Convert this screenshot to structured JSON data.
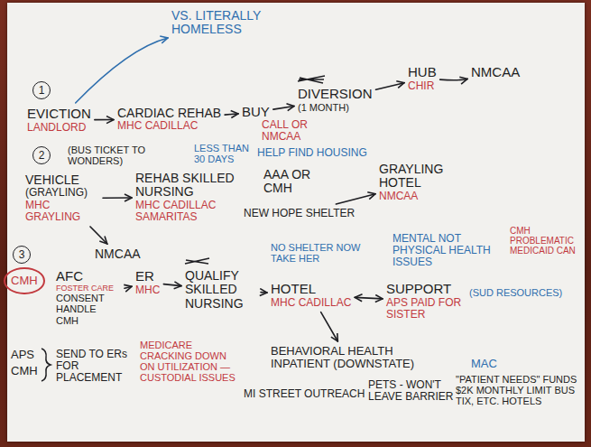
{
  "diagram": {
    "nodes": [
      {
        "text": [
          "EVICTION",
          "LANDLORD"
        ]
      },
      {
        "text": [
          "CARDIAC REHAB",
          "MHC CADILLAC"
        ]
      },
      {
        "text": [
          "VS. LITERALLY HOMELESS"
        ]
      },
      {
        "text": [
          "BUY"
        ]
      },
      {
        "text": [
          "DIVERSION",
          "(1 MONTH)"
        ]
      },
      {
        "text": [
          "HUB",
          "CHIR"
        ]
      },
      {
        "text": [
          "NMCAA"
        ]
      },
      {
        "text": [
          "VEHICLE",
          "(GRAYLING)",
          "MHC GRAYLING"
        ]
      },
      {
        "text": [
          "REHAB SKILLED NURSING",
          "MHC CADILLAC SAMARITAS"
        ]
      },
      {
        "text": [
          "NMCAA"
        ]
      },
      {
        "text": [
          "AAA OR CMH"
        ]
      },
      {
        "text": [
          "NEW HOPE SHELTER"
        ]
      },
      {
        "text": [
          "GRAYLING HOTEL",
          "NMCAA"
        ]
      },
      {
        "text": [
          "CMH"
        ]
      },
      {
        "text": [
          "AFC",
          "FOSTER CARE",
          "CONSENT HANDLE CMH"
        ]
      },
      {
        "text": [
          "ER",
          "MHC"
        ]
      },
      {
        "text": [
          "QUALIFY SKILLED NURSING"
        ]
      },
      {
        "text": [
          "HOTEL",
          "MHC CADILLAC"
        ]
      },
      {
        "text": [
          "SUPPORT",
          "APS PAID FOR SISTER"
        ]
      },
      {
        "text": [
          "BEHAVIORAL HEALTH INPATIENT (DOWNSTATE)"
        ]
      }
    ],
    "edges": [
      {
        "from": 0,
        "to": 1,
        "arrow": "to"
      },
      {
        "from": 0,
        "to": 2,
        "arrow": "to"
      },
      {
        "from": 1,
        "to": 3,
        "arrow": "to"
      },
      {
        "from": 3,
        "to": 4,
        "arrow": "to"
      },
      {
        "from": 4,
        "to": 5,
        "arrow": "to"
      },
      {
        "from": 5,
        "to": 6,
        "arrow": "to"
      },
      {
        "from": 7,
        "to": 8,
        "arrow": "to"
      },
      {
        "from": 7,
        "to": 9,
        "arrow": "to"
      },
      {
        "from": 11,
        "to": 12,
        "arrow": "to"
      },
      {
        "from": 14,
        "to": 15,
        "arrow": "to"
      },
      {
        "from": 15,
        "to": 16,
        "arrow": "to"
      },
      {
        "from": 16,
        "to": 17,
        "arrow": "to"
      },
      {
        "from": 17,
        "to": 18,
        "arrow": "both"
      },
      {
        "from": 17,
        "to": 19,
        "arrow": "to"
      }
    ],
    "labels": [
      "1",
      "2",
      "3",
      "CALL OR NMCAA",
      "HELP FIND HOUSING",
      "(BUS TICKET TO WONDERS)",
      "LESS THAN 30 DAYS",
      "NO SHELTER NOW TAKE HER",
      "MENTAL NOT PHYSICAL HEALTH ISSUES",
      "CMH PROBLEMATIC MEDICAID CAN",
      "(SUD RESOURCES)",
      "APS",
      "CMH",
      "SEND TO ERs FOR PLACEMENT",
      "MEDICARE CRACKING DOWN ON UTILIZATION — CUSTODIAL ISSUES",
      "MI STREET OUTREACH",
      "PETS - WON'T LEAVE BARRIER",
      "MAC",
      "\"PATIENT NEEDS\" FUNDS $2K MONTHLY LIMIT BUS TIX, ETC. HOTELS"
    ]
  }
}
